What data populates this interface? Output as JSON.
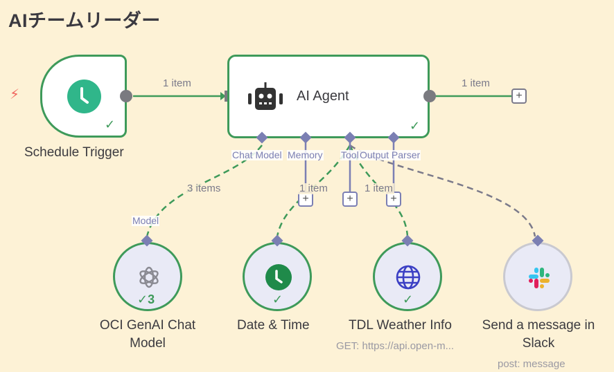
{
  "workflow": {
    "title": "AIチームリーダー"
  },
  "colors": {
    "success": "#3e9a5a",
    "connector": "#7b7fb3",
    "background": "#fdf2d6"
  },
  "nodes": {
    "trigger": {
      "name": "Schedule Trigger",
      "icon": "clock-icon",
      "status": "✓"
    },
    "agent": {
      "name": "AI Agent",
      "icon": "robot-icon",
      "status": "✓",
      "ports": [
        "Chat Model",
        "Memory",
        "Tool",
        "Output Parser"
      ]
    },
    "chat_model": {
      "name_line1": "OCI GenAI Chat",
      "name_line2": "Model",
      "icon": "openai-icon",
      "status": "✓3",
      "port": "Model"
    },
    "datetime": {
      "name": "Date & Time",
      "icon": "clock-icon",
      "status": "✓"
    },
    "weather": {
      "name": "TDL Weather Info",
      "subtitle": "GET: https://api.open-m...",
      "icon": "globe-icon",
      "status": "✓"
    },
    "slack": {
      "name_line1": "Send a message in",
      "name_line2": "Slack",
      "subtitle": "post: message",
      "icon": "slack-icon"
    }
  },
  "edges": {
    "trigger_to_agent": "1 item",
    "agent_out": "1 item",
    "model": "3 items",
    "datetime": "1 item",
    "weather": "1 item"
  },
  "buttons": {
    "add": "+",
    "trigger_icon": "⚡"
  }
}
